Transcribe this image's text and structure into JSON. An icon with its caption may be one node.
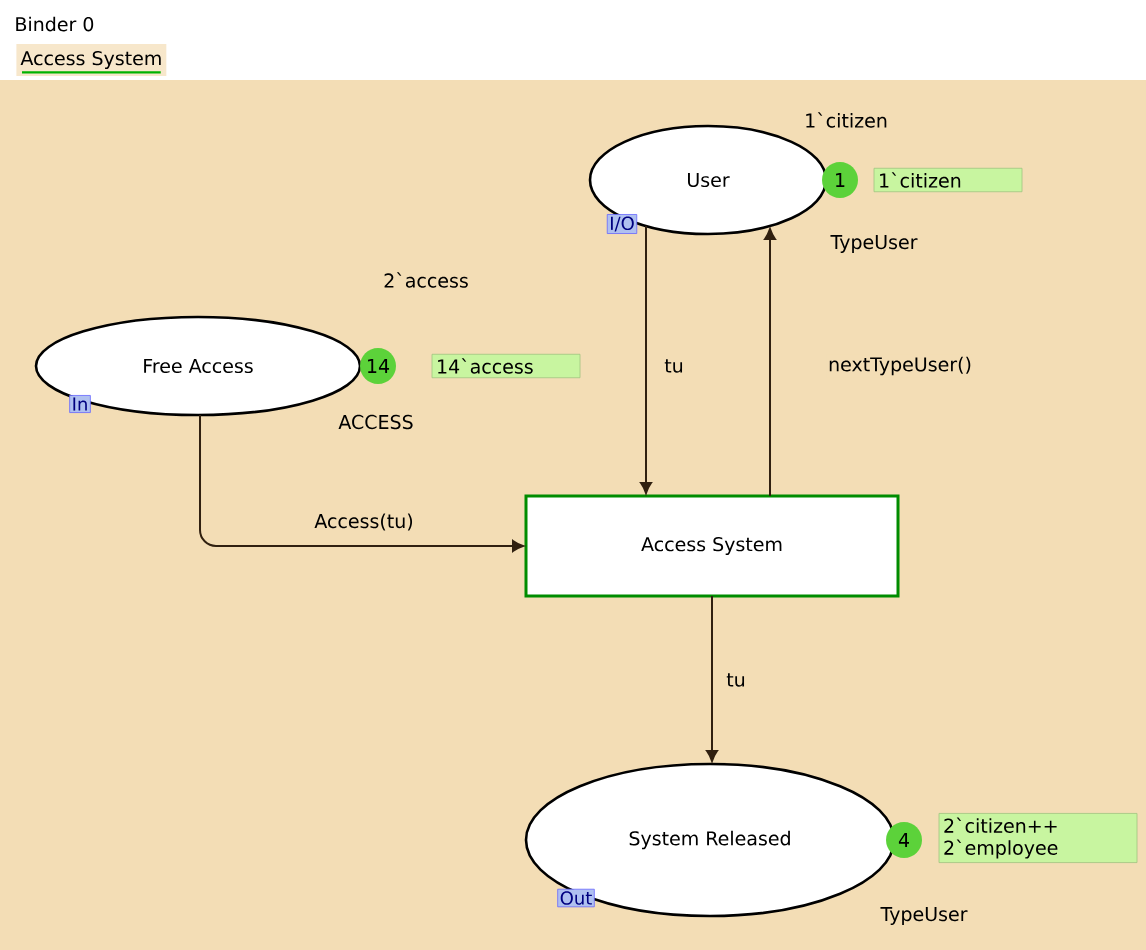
{
  "diagram": {
    "nodes": [
      {
        "text": [
          "User"
        ],
        "beside": [
          "1`citizen",
          "I/O",
          "1",
          "1`citizen",
          "TypeUser"
        ]
      },
      {
        "text": [
          "Free Access"
        ],
        "beside": [
          "2`access",
          "In",
          "14",
          "14`access",
          "ACCESS"
        ]
      },
      {
        "text": [
          "Access System"
        ]
      },
      {
        "text": [
          "System Released"
        ],
        "beside": [
          "Out",
          "4",
          "2`citizen++ 2`employee",
          "TypeUser"
        ]
      }
    ],
    "edges": [
      {
        "from": 0,
        "to": 2,
        "arrow": "to",
        "label": "tu"
      },
      {
        "from": 2,
        "to": 0,
        "arrow": "to",
        "label": "nextTypeUser()"
      },
      {
        "from": 1,
        "to": 2,
        "arrow": "to",
        "label": "Access(tu)"
      },
      {
        "from": 2,
        "to": 3,
        "arrow": "to",
        "label": "tu"
      }
    ],
    "labels": [
      "Binder 0",
      "Access System"
    ]
  }
}
